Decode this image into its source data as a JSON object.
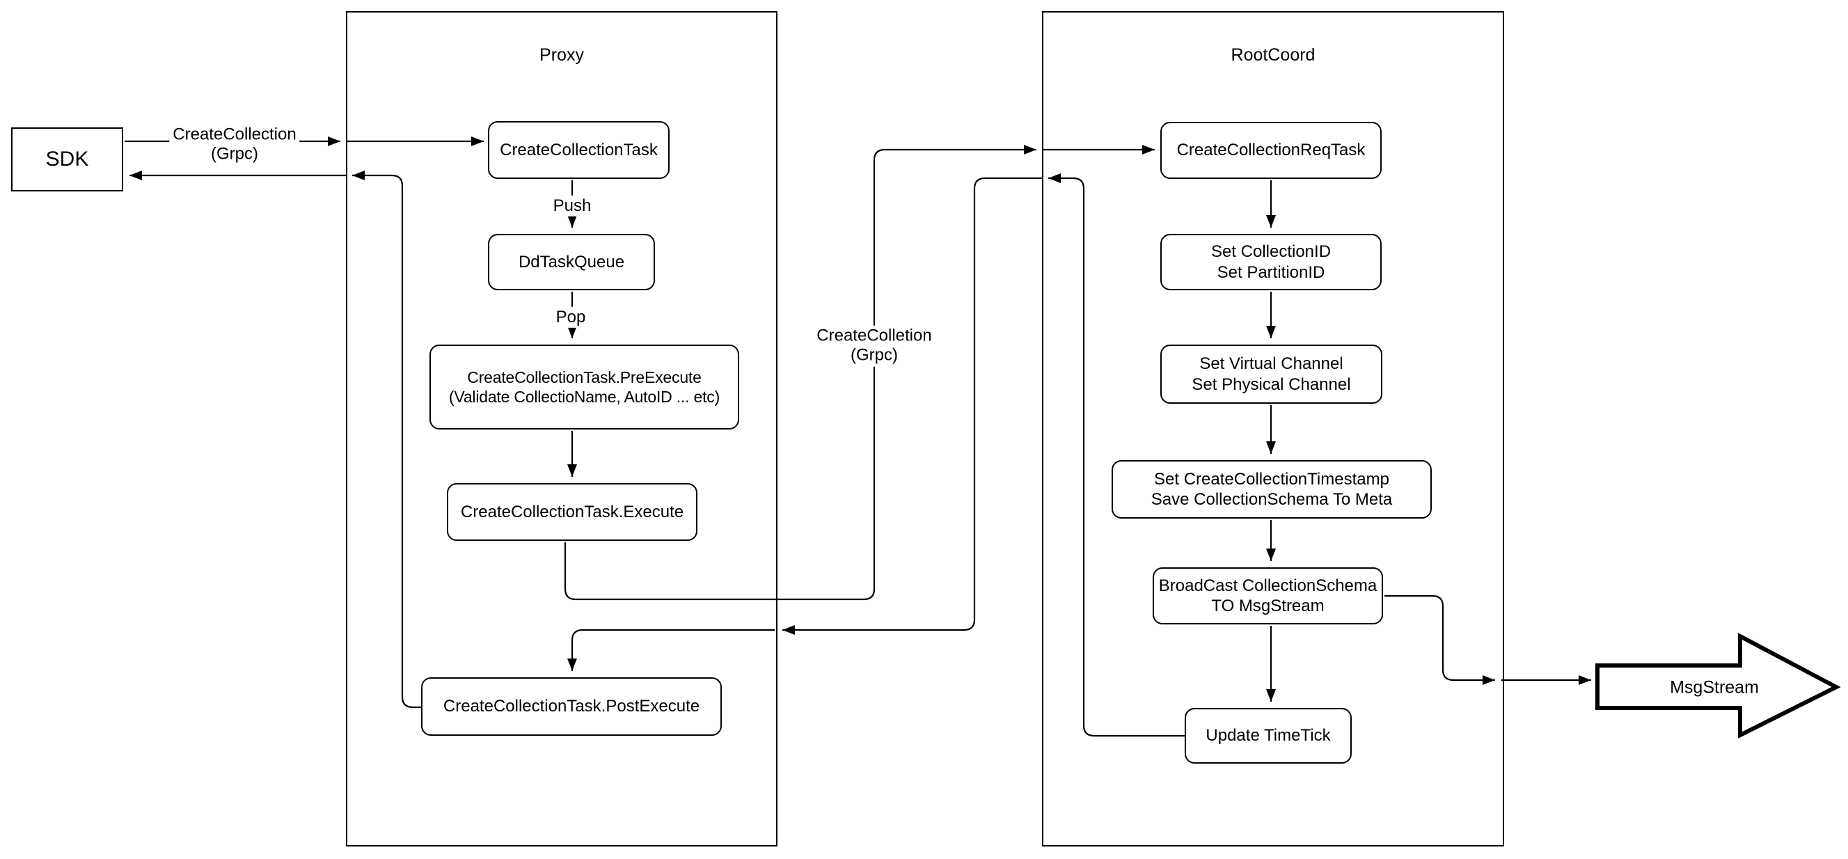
{
  "diagram": {
    "background_color": "#ffffff",
    "line_color": "#000000",
    "containers": {
      "proxy": {
        "title": "Proxy"
      },
      "rootcoord": {
        "title": "RootCoord"
      }
    },
    "nodes": {
      "sdk": {
        "label": "SDK"
      },
      "create_collection_task": {
        "label": "CreateCollectionTask"
      },
      "dd_task_queue": {
        "label": "DdTaskQueue"
      },
      "pre_execute": {
        "label": "CreateCollectionTask.PreExecute\n(Validate CollectioName, AutoID ... etc)"
      },
      "execute": {
        "label": "CreateCollectionTask.Execute"
      },
      "post_execute": {
        "label": "CreateCollectionTask.PostExecute"
      },
      "req_task": {
        "label": "CreateCollectionReqTask"
      },
      "set_ids": {
        "label": "Set CollectionID\nSet PartitionID"
      },
      "set_channels": {
        "label": "Set Virtual Channel\nSet Physical Channel"
      },
      "set_timestamp": {
        "label": "Set CreateCollectionTimestamp\nSave CollectionSchema To Meta"
      },
      "broadcast": {
        "label": "BroadCast CollectionSchema\nTO MsgStream"
      },
      "update_timetick": {
        "label": "Update TimeTick"
      },
      "msgstream": {
        "label": "MsgStream"
      }
    },
    "edge_labels": {
      "grpc_in": "CreateCollection\n(Grpc)",
      "push": "Push",
      "pop": "Pop",
      "grpc_mid": "CreateColletion\n(Grpc)"
    }
  }
}
